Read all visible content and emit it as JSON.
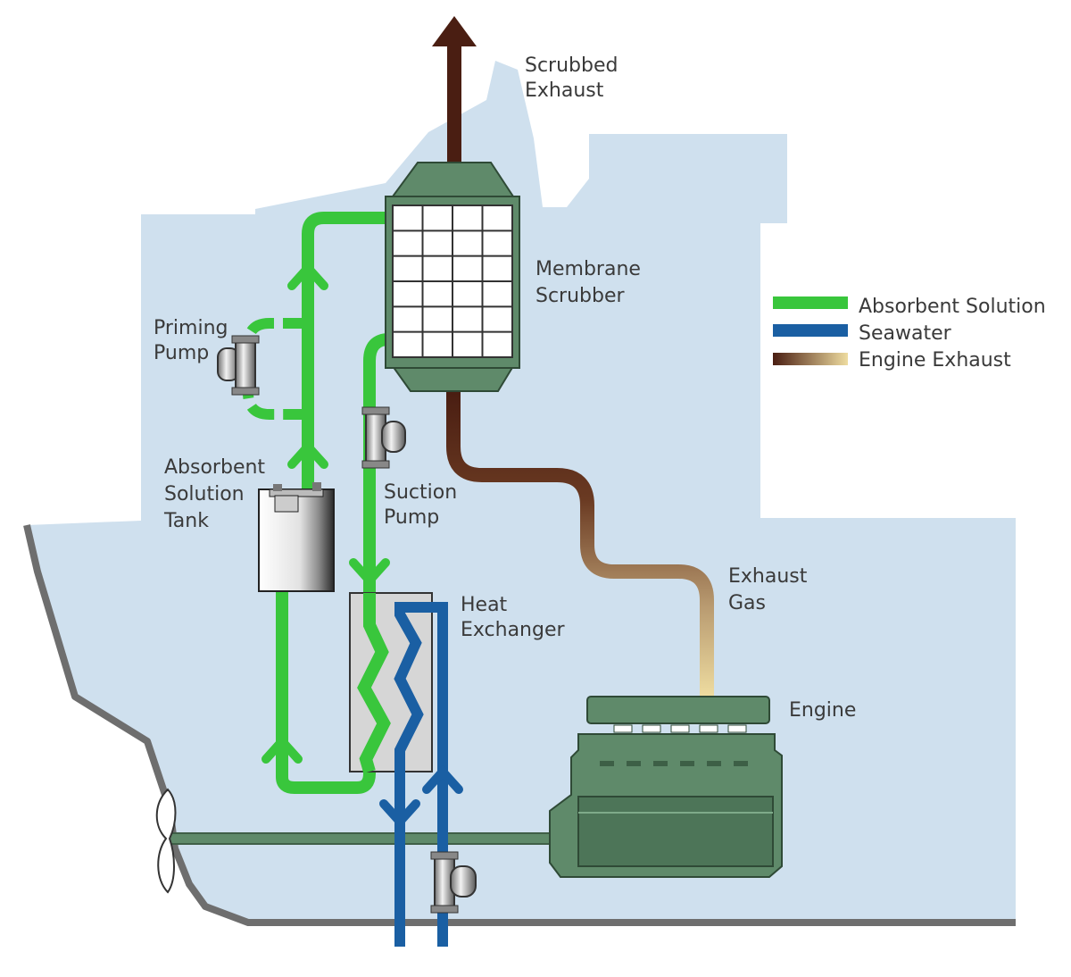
{
  "labels": {
    "scrubbed_exhaust": [
      "Scrubbed",
      "Exhaust"
    ],
    "membrane_scrubber": [
      "Membrane",
      "Scrubber"
    ],
    "priming_pump": [
      "Priming",
      "Pump"
    ],
    "absorbent_tank": [
      "Absorbent",
      "Solution",
      "Tank"
    ],
    "suction_pump": [
      "Suction",
      "Pump"
    ],
    "heat_exchanger": [
      "Heat",
      "Exchanger"
    ],
    "exhaust_gas": [
      "Exhaust",
      "Gas"
    ],
    "engine": "Engine"
  },
  "legend": [
    {
      "label": "Absorbent Solution",
      "icon": "green-line",
      "color": "#39c63c"
    },
    {
      "label": "Seawater",
      "icon": "blue-line",
      "color": "#1a5fa3"
    },
    {
      "label": "Engine Exhaust",
      "icon": "brown-to-tan-gradient-line",
      "color": "#4a1e12"
    }
  ],
  "colors": {
    "hull": "#cfe0ee",
    "absorbent": "#39c63c",
    "seawater": "#1a5fa3",
    "exhaust_dark": "#4a1e12",
    "exhaust_light": "#eedca0",
    "machinery": "#5f8a6a"
  }
}
